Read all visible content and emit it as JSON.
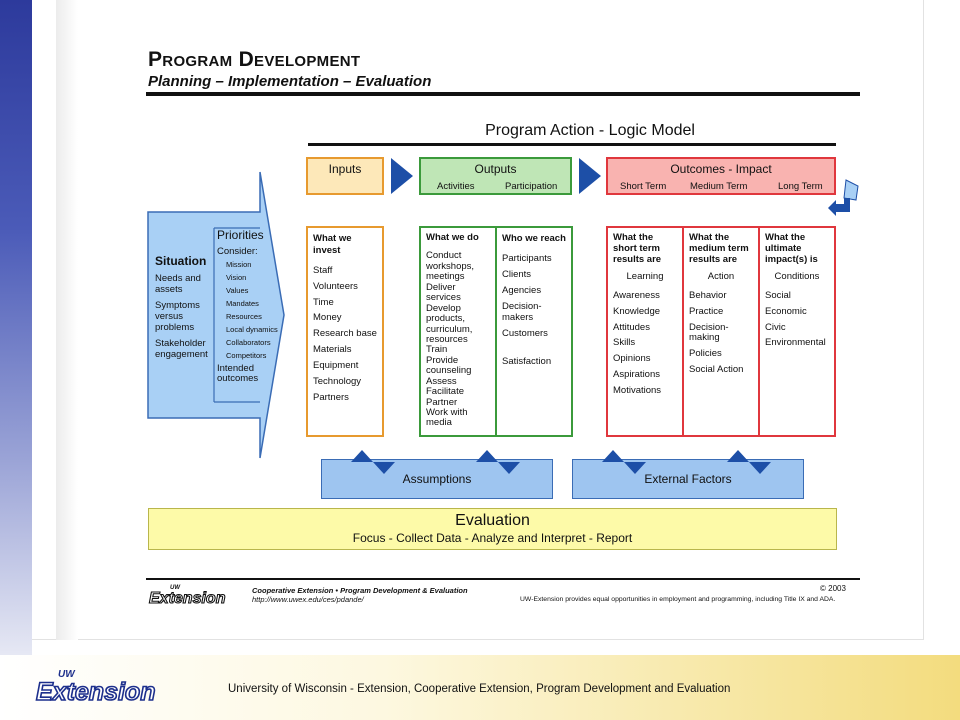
{
  "header": {
    "title": "Program Development",
    "subtitle": "Planning – Implementation – Evaluation"
  },
  "logic_model": {
    "title": "Program Action - Logic Model",
    "inputs_label": "Inputs",
    "outputs_label": "Outputs",
    "outputs_activities": "Activities",
    "outputs_participation": "Participation",
    "outcomes_label": "Outcomes - Impact",
    "outcomes_short": "Short Term",
    "outcomes_medium": "Medium Term",
    "outcomes_long": "Long Term"
  },
  "situation": {
    "title": "Situation",
    "items": [
      "Needs and assets",
      "Symptoms versus problems",
      "Stakeholder engagement"
    ]
  },
  "priorities": {
    "title": "Priorities",
    "consider": "Consider:",
    "items": [
      "Mission",
      "Vision",
      "Values",
      "Mandates",
      "Resources",
      "Local dynamics",
      "Collaborators",
      "Competitors"
    ],
    "intended": "Intended outcomes"
  },
  "inputs_col": {
    "heading": "What we invest",
    "items": [
      "Staff",
      "Volunteers",
      "Time",
      "Money",
      "Research base",
      "Materials",
      "Equipment",
      "Technology",
      "Partners"
    ]
  },
  "activities_col": {
    "heading": "What we do",
    "items": [
      "Conduct workshops, meetings",
      "Deliver services",
      "Develop products, curriculum, resources",
      "Train",
      "Provide counseling",
      "Assess",
      "Facilitate",
      "Partner",
      "Work with media"
    ]
  },
  "participation_col": {
    "heading": "Who we reach",
    "items": [
      "Participants",
      "Clients",
      "Agencies",
      "Decision-makers",
      "Customers"
    ],
    "extra": "Satisfaction"
  },
  "short_col": {
    "heading": "What the short term results are",
    "type": "Learning",
    "items": [
      "Awareness",
      "Knowledge",
      "Attitudes",
      "Skills",
      "Opinions",
      "Aspirations",
      "Motivations"
    ]
  },
  "medium_col": {
    "heading": "What the medium term results are",
    "type": "Action",
    "items": [
      "Behavior",
      "Practice",
      "Decision-making",
      "Policies",
      "Social Action"
    ]
  },
  "long_col": {
    "heading": "What the ultimate impact(s) is",
    "type": "Conditions",
    "items": [
      "Social",
      "Economic",
      "Civic",
      "Environmental"
    ]
  },
  "assumptions": "Assumptions",
  "external_factors": "External Factors",
  "evaluation": {
    "title": "Evaluation",
    "steps": "Focus - Collect Data - Analyze and Interpret - Report"
  },
  "source_footer": {
    "logo_small": "UW",
    "logo": "Extension",
    "line1": "Cooperative Extension • Program Development & Evaluation",
    "url": "http://www.uwex.edu/ces/pdande/",
    "copyright": "© 2003",
    "equal_opportunity": "UW-Extension provides equal opportunities in employment and programming, including Title IX and ADA."
  },
  "slide_footer": {
    "logo_small": "UW",
    "logo": "Extension",
    "text": "University of Wisconsin - Extension, Cooperative Extension, Program Development and Evaluation"
  },
  "colors": {
    "inputs": "#e79a2f",
    "outputs": "#3b9a3b",
    "outcomes": "#e0373d",
    "arrow_blue": "#1d4fa7",
    "situation_blue": "#a9d0f5",
    "evaluation_yellow": "#fdfaa8"
  }
}
